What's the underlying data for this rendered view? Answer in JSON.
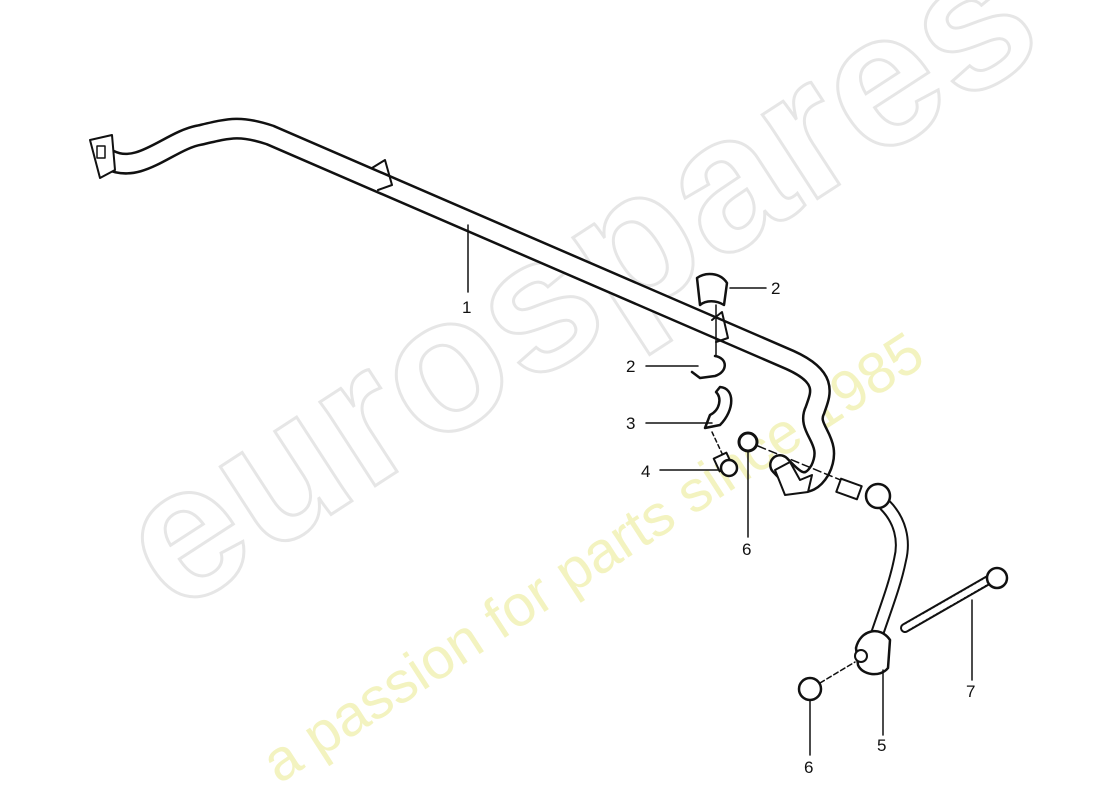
{
  "watermark": {
    "brand": "eurospares",
    "tagline": "a passion for parts since 1985"
  },
  "callouts": [
    {
      "number": "1",
      "part": "stabilizer-bar"
    },
    {
      "number": "2",
      "part": "rubber-mount-upper"
    },
    {
      "number": "2",
      "part": "rubber-mount-lower"
    },
    {
      "number": "3",
      "part": "clamp"
    },
    {
      "number": "4",
      "part": "bolt"
    },
    {
      "number": "6",
      "part": "nut-upper"
    },
    {
      "number": "6",
      "part": "nut-lower"
    },
    {
      "number": "5",
      "part": "coupling-rod"
    },
    {
      "number": "7",
      "part": "hex-bolt"
    }
  ]
}
